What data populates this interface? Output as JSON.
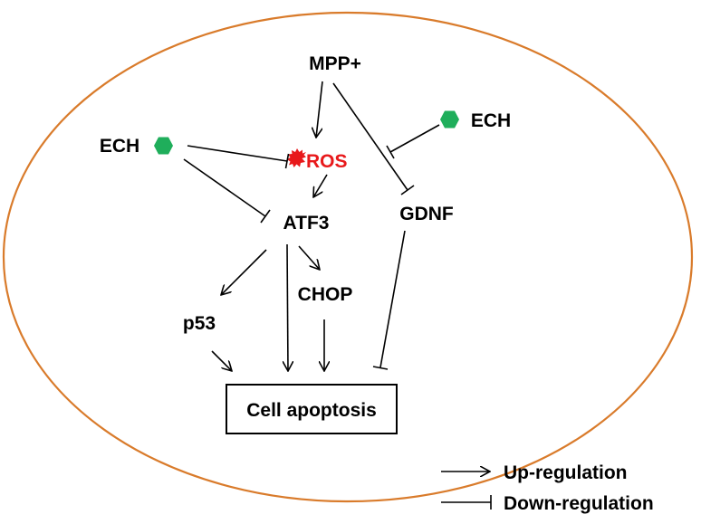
{
  "nodes": {
    "mpp": "MPP+",
    "ros": "ROS",
    "ech_left": "ECH",
    "ech_right": "ECH",
    "atf3": "ATF3",
    "gdnf": "GDNF",
    "chop": "CHOP",
    "p53": "p53",
    "apoptosis": "Cell apoptosis"
  },
  "legend": {
    "up": "Up-regulation",
    "down": "Down-regulation"
  },
  "colors": {
    "cell_border": "#d97b2b",
    "ech_hexagon": "#1fae5b",
    "ros_text": "#e8191b",
    "ros_burst": "#e8191b",
    "text": "#000000"
  },
  "icons": {
    "ech": "green-hexagon-icon",
    "ros": "starburst-icon"
  }
}
